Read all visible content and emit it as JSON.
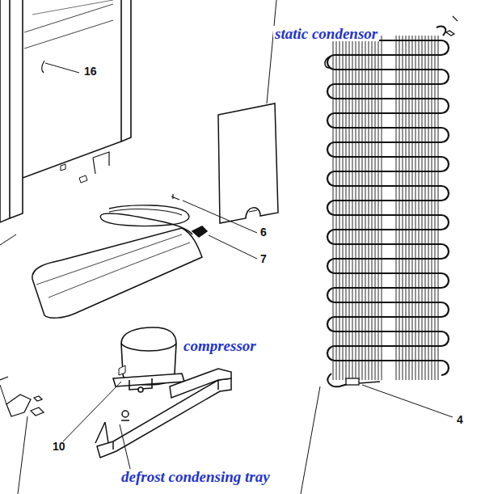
{
  "diagram": {
    "labels": [
      "static condensor",
      "16",
      "6",
      "7",
      "compressor",
      "10",
      "4",
      "defrost condensing tray"
    ]
  }
}
